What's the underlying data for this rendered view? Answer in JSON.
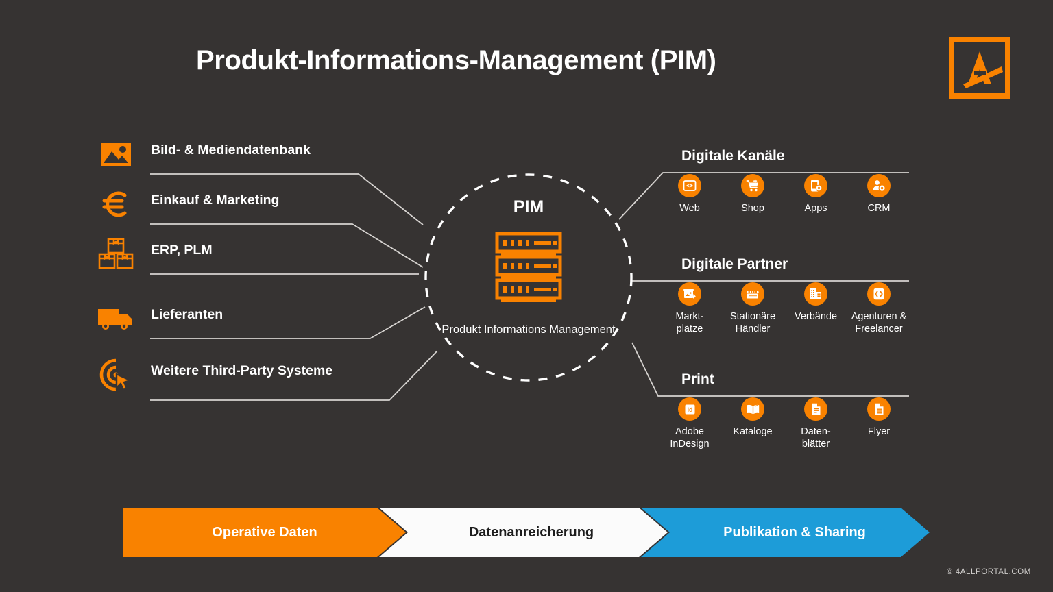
{
  "page": {
    "title": "Produkt-Informations-Management (PIM)",
    "background_color": "#363332",
    "accent_orange": "#F98200",
    "accent_blue": "#1D9CD8",
    "line_color": "#D6D3D0"
  },
  "logo": {
    "name": "4allportal-logo",
    "letter": "A"
  },
  "sources": {
    "items": [
      {
        "label": "Bild- & Mediendatenbank",
        "icon": "image-icon"
      },
      {
        "label": "Einkauf & Marketing",
        "icon": "euro-icon"
      },
      {
        "label": "ERP, PLM",
        "icon": "boxes-icon"
      },
      {
        "label": "Lieferanten",
        "icon": "truck-icon"
      },
      {
        "label": "Weitere Third-Party Systeme",
        "icon": "click-target-icon"
      }
    ]
  },
  "center": {
    "title": "PIM",
    "icon": "server-rack-icon",
    "subtitle": "Produkt\nInformations\nManagement"
  },
  "groups": [
    {
      "heading": "Digitale Kanäle",
      "items": [
        {
          "label": "Web",
          "icon": "eye-frame-icon"
        },
        {
          "label": "Shop",
          "icon": "cart-plus-icon"
        },
        {
          "label": "Apps",
          "icon": "phone-gear-icon"
        },
        {
          "label": "CRM",
          "icon": "person-gear-icon"
        }
      ]
    },
    {
      "heading": "Digitale Partner",
      "items": [
        {
          "label": "Markt-\nplätze",
          "icon": "marketplace-icon"
        },
        {
          "label": "Stationäre\nHändler",
          "icon": "storefront-icon"
        },
        {
          "label": "Verbände",
          "icon": "office-building-icon"
        },
        {
          "label": "Agenturen &\nFreelancer",
          "icon": "code-brackets-icon"
        }
      ]
    },
    {
      "heading": "Print",
      "items": [
        {
          "label": "Adobe\nInDesign",
          "icon": "indesign-icon"
        },
        {
          "label": "Kataloge",
          "icon": "open-book-icon"
        },
        {
          "label": "Daten-\nblätter",
          "icon": "datasheet-icon"
        },
        {
          "label": "Flyer",
          "icon": "document-icon"
        }
      ]
    }
  ],
  "banner": {
    "stages": [
      {
        "label": "Operative Daten",
        "fill": "#F98200",
        "text_color": "#ffffff"
      },
      {
        "label": "Datenanreicherung",
        "fill": "#FBFBFB",
        "text_color": "#1d1d1d"
      },
      {
        "label": "Publikation & Sharing",
        "fill": "#1D9CD8",
        "text_color": "#ffffff"
      }
    ]
  },
  "footer": {
    "copyright": "© 4ALLPORTAL.COM"
  }
}
